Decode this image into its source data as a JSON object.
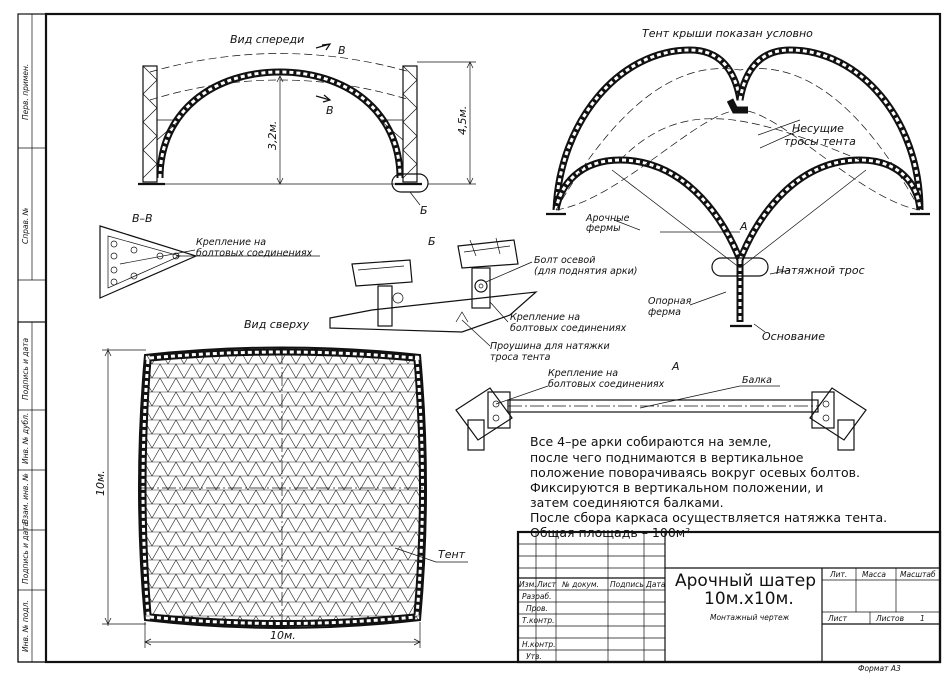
{
  "views": {
    "front": "Вид спереди",
    "section": "В–В",
    "top": "Вид сверху",
    "detail_b": "Б",
    "detail_a": "А",
    "section_marker_top": "В",
    "section_marker_bottom": "В",
    "callout_b": "Б",
    "callout_a": "А"
  },
  "dimensions": {
    "height_inner": "3,2м.",
    "height_total": "4,5м.",
    "width_bottom": "10м.",
    "width_left": "10м."
  },
  "labels": {
    "roof_note": "Тент крыши показан условно",
    "bearing_cables_1": "Несущие",
    "bearing_cables_2": "тросы тента",
    "arch_trusses_1": "Арочные",
    "arch_trusses_2": "фермы",
    "tension_cable": "Натяжной трос",
    "support_truss_1": "Опорная",
    "support_truss_2": "ферма",
    "base": "Основание",
    "bolt_fix_section_1": "Крепление на",
    "bolt_fix_section_2": "болтовых соединениях",
    "axial_bolt_1": "Болт осевой",
    "axial_bolt_2": "(для поднятия арки)",
    "bolt_fix_b_1": "Крепление на",
    "bolt_fix_b_2": "болтовых соединениях",
    "eyelet_1": "Проушина для натяжки",
    "eyelet_2": "троса тента",
    "bolt_fix_a_1": "Крепление на",
    "bolt_fix_a_2": "болтовых соединениях",
    "beam": "Балка",
    "tent": "Тент"
  },
  "notes": [
    "Все 4–ре арки собираются на земле,",
    "после чего поднимаются в вертикальное",
    "положение поворачиваясь вокруг осевых болтов.",
    "Фиксируются в вертикальном положении, и",
    "затем соединяются балками.",
    "После сбора каркаса осуществляется натяжка тента.",
    "Общая площадь – 100м²"
  ],
  "sidebar": [
    "Перв. примен.",
    "Справ. №",
    "Подпись и дата",
    "Инв. № дубл.",
    "Взам. инв. №",
    "Подпись и дата",
    "Инв. № подл."
  ],
  "title_block": {
    "title_1": "Арочный шатер",
    "title_2": "10м.х10м.",
    "subtitle": "Монтажный чертеж",
    "col_izm": "Изм.",
    "col_list": "Лист",
    "col_doc": "№ докум.",
    "col_sign": "Подпись",
    "col_date": "Дата",
    "row_razrab": "Разраб.",
    "row_prov": "Пров.",
    "row_tkontr": "Т.контр.",
    "row_nkontr": "Н.контр.",
    "row_utv": "Утв.",
    "lit": "Лит.",
    "mass": "Масса",
    "scale": "Масштаб",
    "sheet": "Лист",
    "sheets": "Листов",
    "sheets_value": "1",
    "format": "Формат А3"
  }
}
